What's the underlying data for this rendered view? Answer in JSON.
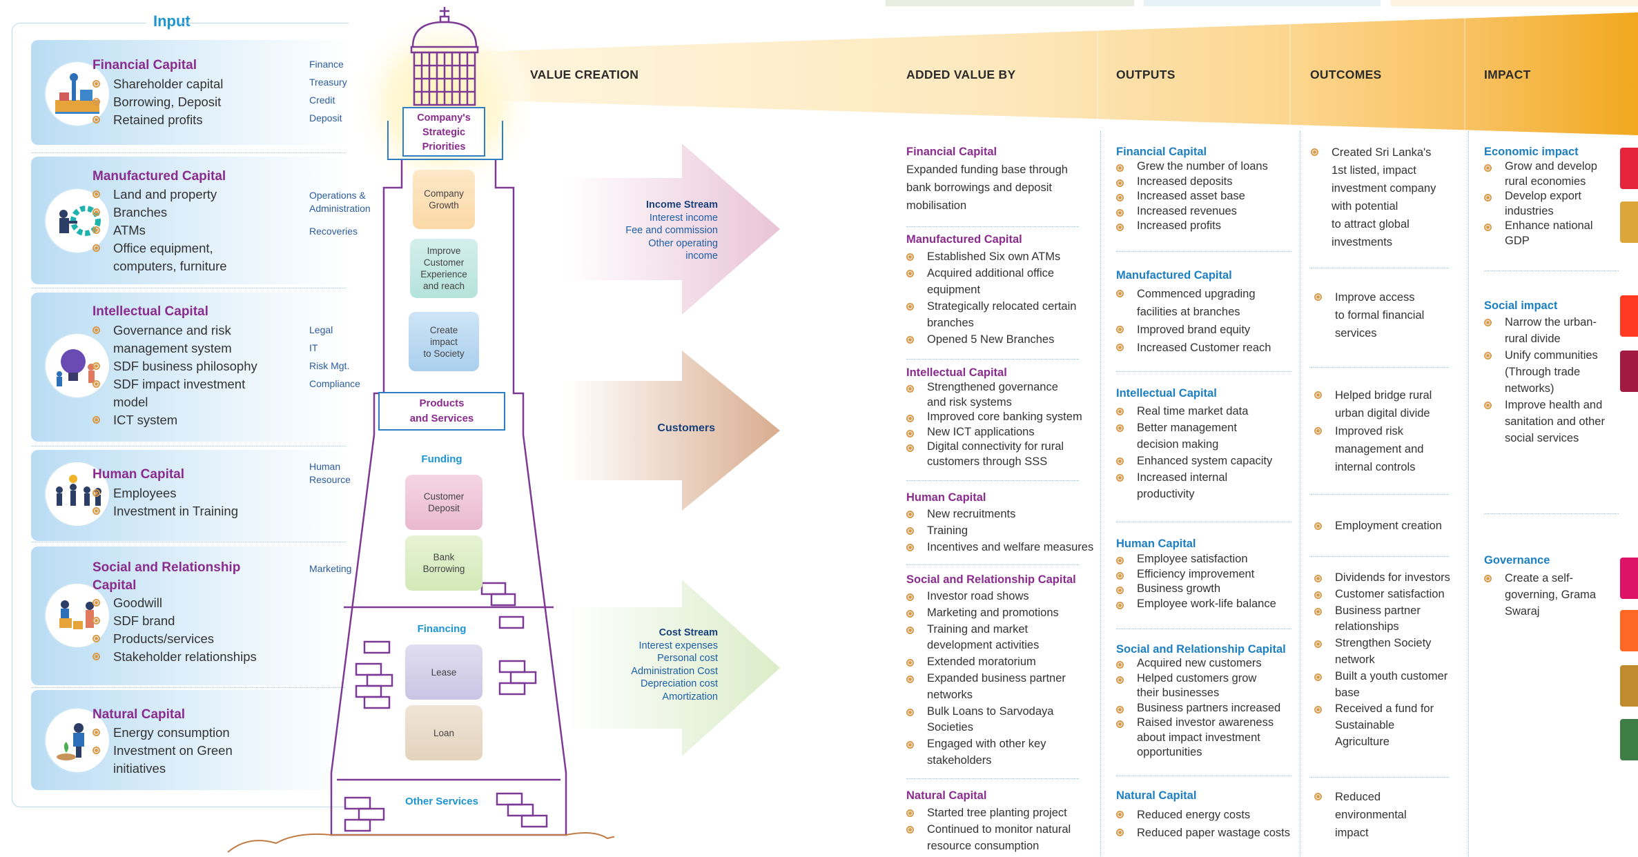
{
  "input": {
    "title": "Input",
    "capitals": [
      {
        "title": "Financial Capital",
        "items": [
          "Shareholder capital",
          "Borrowing, Deposit",
          "Retained profits"
        ],
        "depts": [
          "Finance",
          "Treasury",
          "Credit",
          "Deposit"
        ]
      },
      {
        "title": "Manufactured Capital",
        "items": [
          "Land and property",
          "Branches",
          "ATMs",
          "Office equipment,",
          "computers, furniture"
        ],
        "depts": [
          "Operations &",
          "Administration",
          "",
          "Recoveries"
        ]
      },
      {
        "title": "Intellectual Capital",
        "items": [
          "Governance and risk",
          "management system",
          "SDF business philosophy",
          "SDF impact investment",
          "model",
          "ICT system"
        ],
        "depts": [
          "Legal",
          "IT",
          "Risk Mgt.",
          "Compliance"
        ]
      },
      {
        "title": "Human Capital",
        "items": [
          "Employees",
          "Investment in Training"
        ],
        "depts": [
          "Human",
          "Resource"
        ]
      },
      {
        "title_line1": "Social and Relationship",
        "title_line2": "Capital",
        "items": [
          "Goodwill",
          "SDF brand",
          "Products/services",
          "Stakeholder relationships"
        ],
        "depts": [
          "Marketing"
        ]
      },
      {
        "title": "Natural Capital",
        "items": [
          "Energy consumption",
          "Investment on Green",
          "initiatives"
        ],
        "depts": []
      }
    ]
  },
  "lighthouse": {
    "priorities_line1": "Company's",
    "priorities_line2": "Strategic",
    "priorities_line3": "Priorities",
    "blocks": [
      {
        "line1": "Company",
        "line2": "Growth"
      },
      {
        "line1": "Improve",
        "line2": "Customer",
        "line3": "Experience",
        "line4": "and reach"
      },
      {
        "line1": "Create",
        "line2": "impact",
        "line3": "to Society"
      }
    ],
    "products_line1": "Products",
    "products_line2": "and Services",
    "funding": "Funding",
    "funding_blocks": [
      {
        "line1": "Customer",
        "line2": "Deposit"
      },
      {
        "line1": "Bank",
        "line2": "Borrowing"
      }
    ],
    "financing": "Financing",
    "financing_blocks": [
      "Lease",
      "Loan"
    ],
    "other_services": "Other Services"
  },
  "arrows": {
    "income": {
      "title": "Income Stream",
      "items": [
        "Interest income",
        "Fee and commission",
        "Other operating",
        "income"
      ]
    },
    "customers": "Customers",
    "cost": {
      "title": "Cost Stream",
      "items": [
        "Interest expenses",
        "Personal  cost",
        "Administration Cost",
        "Depreciation cost",
        "Amortization"
      ]
    }
  },
  "headers": {
    "value_creation": "VALUE CREATION",
    "added_value": "ADDED VALUE BY",
    "outputs": "OUTPUTS",
    "outcomes": "OUTCOMES",
    "impact": "IMPACT"
  },
  "added_value": {
    "financial": {
      "title": "Financial Capital",
      "text": [
        "Expanded funding base through",
        "bank borrowings and deposit",
        "mobilisation"
      ]
    },
    "manufactured": {
      "title": "Manufactured Capital",
      "items": [
        "Established Six own ATMs",
        "Acquired additional office",
        "equipment",
        "Strategically relocated certain",
        "branches",
        "Opened 5 New Branches"
      ]
    },
    "intellectual": {
      "title": "Intellectual Capital",
      "items": [
        "Strengthened governance",
        "and risk systems",
        "Improved core banking system",
        "New ICT applications",
        "Digital connectivity for rural",
        "customers  through SSS"
      ]
    },
    "human": {
      "title": "Human Capital",
      "items": [
        "New recruitments",
        "Training",
        "Incentives and welfare measures"
      ]
    },
    "social": {
      "title": "Social and Relationship Capital",
      "items": [
        "Investor road shows",
        "Marketing and promotions",
        "Training and market",
        "development activities",
        "Extended moratorium",
        "Expanded business partner",
        "networks",
        "Bulk Loans to Sarvodaya",
        "Societies",
        "Engaged with other key",
        "stakeholders"
      ]
    },
    "natural": {
      "title": "Natural Capital",
      "items": [
        "Started tree planting project",
        "Continued to monitor natural",
        "resource consumption"
      ]
    }
  },
  "outputs": {
    "financial": {
      "title": "Financial Capital",
      "items": [
        "Grew the number of loans",
        "Increased deposits",
        "Increased asset base",
        "Increased revenues",
        "Increased profits"
      ]
    },
    "manufactured": {
      "title": "Manufactured Capital",
      "items": [
        "Commenced upgrading",
        "facilities at branches",
        "Improved brand equity",
        "Increased Customer reach"
      ]
    },
    "intellectual": {
      "title": "Intellectual Capital",
      "items": [
        "Real time market data",
        "Better management",
        "decision making",
        "Enhanced system capacity",
        "Increased internal",
        "productivity"
      ]
    },
    "human": {
      "title": "Human Capital",
      "items": [
        "Employee satisfaction",
        "Efficiency improvement",
        "Business growth",
        "Employee work-life balance"
      ]
    },
    "social": {
      "title": "Social and Relationship Capital",
      "items": [
        "Acquired new customers",
        "Helped customers grow",
        "their businesses",
        "Business partners increased",
        "Raised investor awareness",
        "about impact investment",
        "opportunities"
      ]
    },
    "natural": {
      "title": "Natural Capital",
      "items": [
        "Reduced energy costs",
        "Reduced paper wastage costs"
      ]
    }
  },
  "outcomes": {
    "g1": [
      "Created Sri Lanka's",
      "1st listed, impact",
      "investment company",
      "with potential",
      "to attract global",
      "investments"
    ],
    "g2": [
      "Improve access",
      "to formal financial",
      "services"
    ],
    "g3": [
      "Helped bridge rural",
      "urban digital divide",
      "Improved risk",
      "management and",
      "internal controls"
    ],
    "g4": [
      "Employment creation"
    ],
    "g5": [
      "Dividends for investors",
      "Customer satisfaction",
      "Business partner",
      "relationships",
      "Strengthen Society",
      "network",
      "Built a youth customer",
      "base",
      "Received a fund for",
      "Sustainable",
      "Agriculture"
    ],
    "g6": [
      "Reduced",
      "environmental",
      "impact"
    ]
  },
  "impact": {
    "economic": {
      "title": "Economic impact",
      "items": [
        "Grow and develop",
        "rural economies",
        "Develop export",
        "industries",
        "Enhance national",
        "GDP"
      ]
    },
    "social": {
      "title": "Social impact",
      "items": [
        "Narrow the urban-",
        "rural divide",
        "Unify communities",
        "(Through trade",
        "networks)",
        "Improve health and",
        "sanitation and other",
        "social services"
      ]
    },
    "governance": {
      "title": "Governance",
      "items": [
        "Create a  self-",
        "governing, Grama",
        "Swaraj"
      ]
    }
  },
  "colors": {
    "purple": "#8a2b8e",
    "blue": "#1c7fc1",
    "bullet": "#d99a4a"
  }
}
